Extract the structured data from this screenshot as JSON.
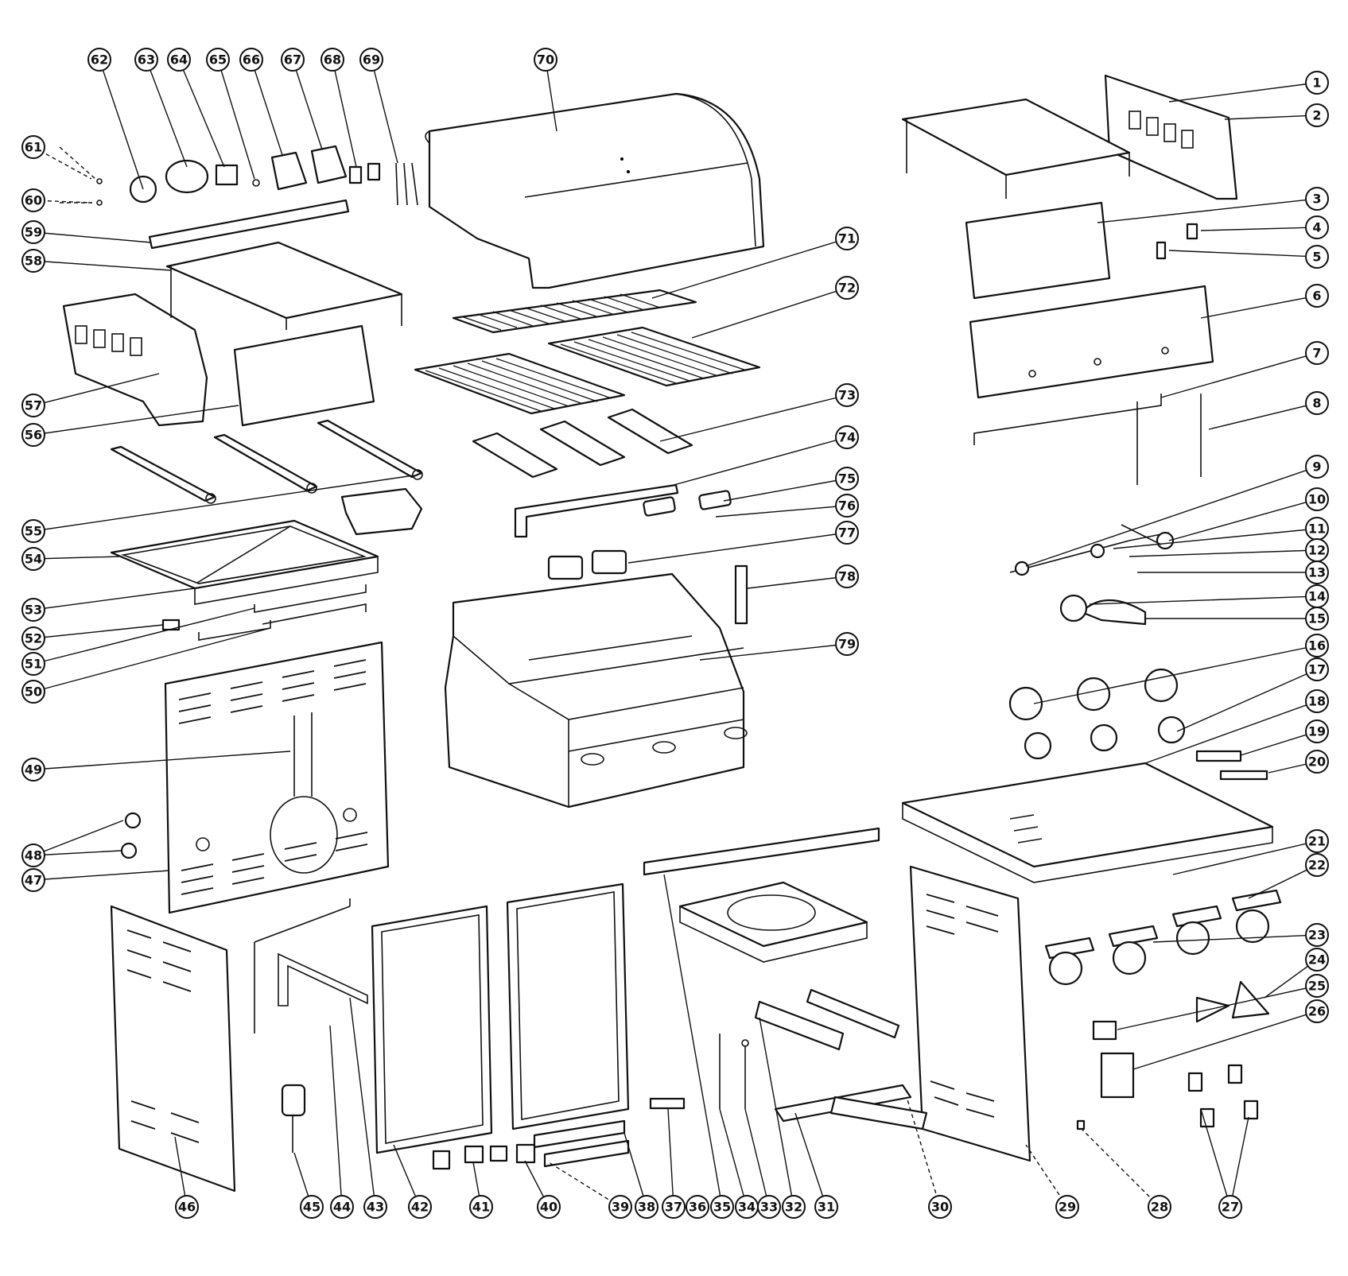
{
  "callouts": [
    "1",
    "2",
    "3",
    "4",
    "5",
    "6",
    "7",
    "8",
    "9",
    "10",
    "11",
    "12",
    "13",
    "14",
    "15",
    "16",
    "17",
    "18",
    "19",
    "20",
    "21",
    "22",
    "23",
    "24",
    "25",
    "26",
    "27",
    "28",
    "29",
    "30",
    "31",
    "32",
    "33",
    "34",
    "35",
    "36",
    "37",
    "38",
    "39",
    "40",
    "41",
    "42",
    "43",
    "44",
    "45",
    "46",
    "47",
    "48",
    "49",
    "50",
    "51",
    "52",
    "53",
    "54",
    "55",
    "56",
    "57",
    "58",
    "59",
    "60",
    "61",
    "62",
    "63",
    "64",
    "65",
    "66",
    "67",
    "68",
    "69",
    "70",
    "71",
    "72",
    "73",
    "74",
    "75",
    "76",
    "77",
    "78",
    "79"
  ]
}
